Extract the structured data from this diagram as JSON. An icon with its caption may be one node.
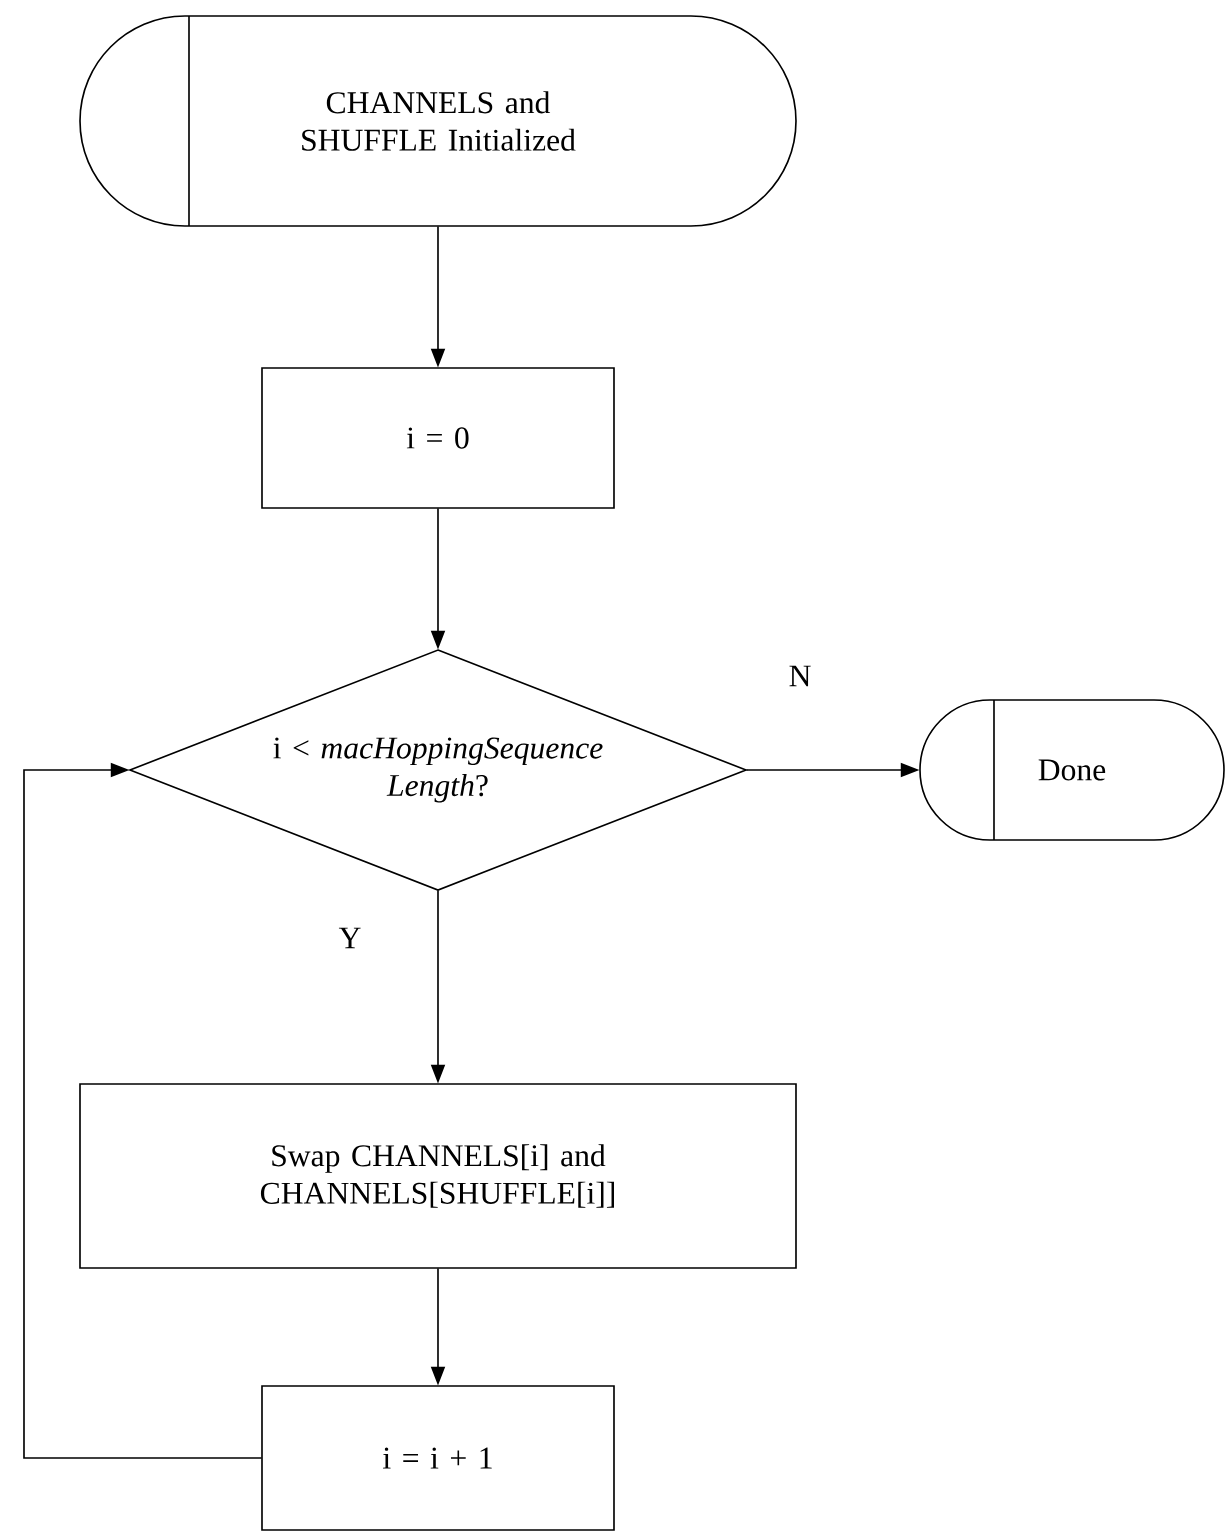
{
  "diagram": {
    "nodes": [
      {
        "text": [
          "CHANNELS and SHUFFLE Initialized"
        ]
      },
      {
        "text": [
          "i = 0"
        ]
      },
      {
        "text": [
          "i < *macHoppingSequence Length*?"
        ]
      },
      {
        "text": [
          "Done"
        ]
      },
      {
        "text": [
          "Swap CHANNELS[i] and CHANNELS[SHUFFLE[i]]"
        ]
      },
      {
        "text": [
          "i = i + 1"
        ]
      }
    ],
    "edges": [
      {
        "from": 0,
        "to": 1,
        "arrow": "to"
      },
      {
        "from": 1,
        "to": 2,
        "arrow": "to"
      },
      {
        "from": 2,
        "to": 3,
        "arrow": "to",
        "label": "N"
      },
      {
        "from": 2,
        "to": 4,
        "arrow": "to",
        "label": "Y"
      },
      {
        "from": 4,
        "to": 5,
        "arrow": "to"
      },
      {
        "from": 5,
        "to": 2,
        "arrow": "to"
      }
    ]
  }
}
